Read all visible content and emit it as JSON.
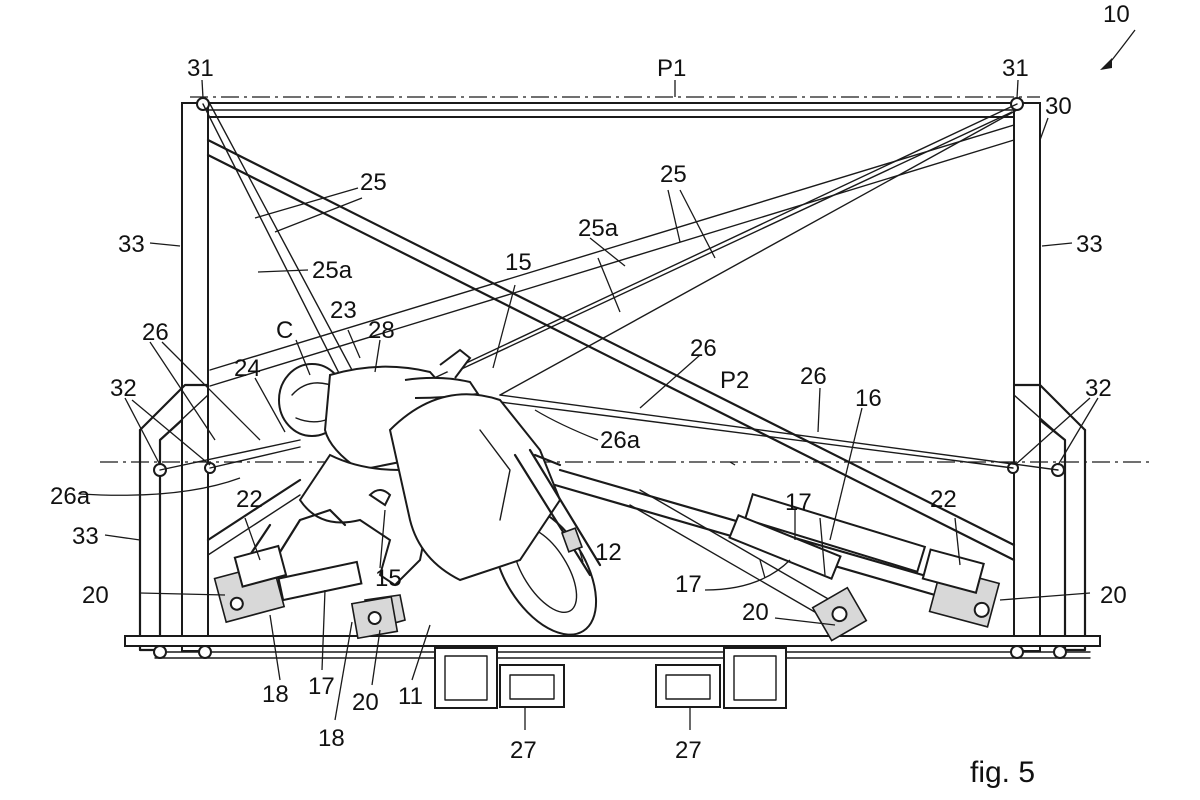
{
  "figure": {
    "caption": "fig. 5",
    "labels": {
      "l10": "10",
      "l30": "30",
      "l31a": "31",
      "l31b": "31",
      "lP1": "P1",
      "lP2": "P2",
      "l33a": "33",
      "l33b": "33",
      "l33c": "33",
      "l25a": "25",
      "l25b": "25",
      "l25aa": "25a",
      "l25ab": "25a",
      "l26a": "26",
      "l26b": "26",
      "l26c": "26",
      "l26aa": "26a",
      "l26ab": "26a",
      "l32a": "32",
      "l32b": "32",
      "l24": "24",
      "lC": "C",
      "l23": "23",
      "l28": "28",
      "l15a": "15",
      "l15b": "15",
      "l16": "16",
      "l17a": "17",
      "l17b": "17",
      "l17c": "17",
      "l22a": "22",
      "l22b": "22",
      "l20a": "20",
      "l20b": "20",
      "l20c": "20",
      "l20d": "20",
      "l12": "12",
      "l18a": "18",
      "l18b": "18",
      "l11": "11",
      "l27a": "27",
      "l27b": "27"
    }
  }
}
